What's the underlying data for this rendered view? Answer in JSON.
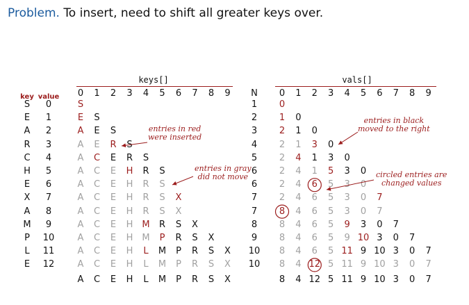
{
  "title": {
    "label": "Problem.",
    "text": "To insert, need to shift all greater keys over."
  },
  "headers": {
    "keys": "keys[]",
    "vals": "vals[]",
    "key": "key",
    "value": "value",
    "N": "N",
    "indices": [
      "0",
      "1",
      "2",
      "3",
      "4",
      "5",
      "6",
      "7",
      "8",
      "9"
    ]
  },
  "notes": {
    "red": [
      "entries in red",
      "were inserted"
    ],
    "gray": [
      "entries in gray",
      "did not move"
    ],
    "black": [
      "entries in black",
      "moved to the right"
    ],
    "circled": [
      "circled entries are",
      "changed values"
    ]
  },
  "colors": {
    "red": "#9b1c1c",
    "gray": "#a0a0a0",
    "black": "#111111",
    "accent": "#1b5b9e"
  },
  "rows": [
    {
      "key": "S",
      "value": "0",
      "N": "1",
      "keys": [
        [
          "S",
          "r"
        ]
      ],
      "vals": [
        [
          "0",
          "r"
        ]
      ]
    },
    {
      "key": "E",
      "value": "1",
      "N": "2",
      "keys": [
        [
          "E",
          "r"
        ],
        [
          "S",
          "k"
        ]
      ],
      "vals": [
        [
          "1",
          "r"
        ],
        [
          "0",
          "k"
        ]
      ]
    },
    {
      "key": "A",
      "value": "2",
      "N": "3",
      "keys": [
        [
          "A",
          "r"
        ],
        [
          "E",
          "k"
        ],
        [
          "S",
          "k"
        ]
      ],
      "vals": [
        [
          "2",
          "r"
        ],
        [
          "1",
          "k"
        ],
        [
          "0",
          "k"
        ]
      ]
    },
    {
      "key": "R",
      "value": "3",
      "N": "4",
      "keys": [
        [
          "A",
          "g"
        ],
        [
          "E",
          "g"
        ],
        [
          "R",
          "r"
        ],
        [
          "S",
          "k"
        ]
      ],
      "vals": [
        [
          "2",
          "g"
        ],
        [
          "1",
          "g"
        ],
        [
          "3",
          "r"
        ],
        [
          "0",
          "k"
        ]
      ]
    },
    {
      "key": "C",
      "value": "4",
      "N": "5",
      "keys": [
        [
          "A",
          "g"
        ],
        [
          "C",
          "r"
        ],
        [
          "E",
          "k"
        ],
        [
          "R",
          "k"
        ],
        [
          "S",
          "k"
        ]
      ],
      "vals": [
        [
          "2",
          "g"
        ],
        [
          "4",
          "r"
        ],
        [
          "1",
          "k"
        ],
        [
          "3",
          "k"
        ],
        [
          "0",
          "k"
        ]
      ]
    },
    {
      "key": "H",
      "value": "5",
      "N": "6",
      "keys": [
        [
          "A",
          "g"
        ],
        [
          "C",
          "g"
        ],
        [
          "E",
          "g"
        ],
        [
          "H",
          "r"
        ],
        [
          "R",
          "k"
        ],
        [
          "S",
          "k"
        ]
      ],
      "vals": [
        [
          "2",
          "g"
        ],
        [
          "4",
          "g"
        ],
        [
          "1",
          "g"
        ],
        [
          "5",
          "r"
        ],
        [
          "3",
          "k"
        ],
        [
          "0",
          "k"
        ]
      ]
    },
    {
      "key": "E",
      "value": "6",
      "N": "6",
      "keys": [
        [
          "A",
          "g"
        ],
        [
          "C",
          "g"
        ],
        [
          "E",
          "g"
        ],
        [
          "H",
          "g"
        ],
        [
          "R",
          "g"
        ],
        [
          "S",
          "g"
        ]
      ],
      "vals": [
        [
          "2",
          "g"
        ],
        [
          "4",
          "g"
        ],
        [
          "6",
          "rc"
        ],
        [
          "5",
          "g"
        ],
        [
          "3",
          "g"
        ],
        [
          "0",
          "g"
        ]
      ]
    },
    {
      "key": "X",
      "value": "7",
      "N": "7",
      "keys": [
        [
          "A",
          "g"
        ],
        [
          "C",
          "g"
        ],
        [
          "E",
          "g"
        ],
        [
          "H",
          "g"
        ],
        [
          "R",
          "g"
        ],
        [
          "S",
          "g"
        ],
        [
          "X",
          "r"
        ]
      ],
      "vals": [
        [
          "2",
          "g"
        ],
        [
          "4",
          "g"
        ],
        [
          "6",
          "g"
        ],
        [
          "5",
          "g"
        ],
        [
          "3",
          "g"
        ],
        [
          "0",
          "g"
        ],
        [
          "7",
          "r"
        ]
      ]
    },
    {
      "key": "A",
      "value": "8",
      "N": "7",
      "keys": [
        [
          "A",
          "g"
        ],
        [
          "C",
          "g"
        ],
        [
          "E",
          "g"
        ],
        [
          "H",
          "g"
        ],
        [
          "R",
          "g"
        ],
        [
          "S",
          "g"
        ],
        [
          "X",
          "g"
        ]
      ],
      "vals": [
        [
          "8",
          "rc"
        ],
        [
          "4",
          "g"
        ],
        [
          "6",
          "g"
        ],
        [
          "5",
          "g"
        ],
        [
          "3",
          "g"
        ],
        [
          "0",
          "g"
        ],
        [
          "7",
          "g"
        ]
      ]
    },
    {
      "key": "M",
      "value": "9",
      "N": "8",
      "keys": [
        [
          "A",
          "g"
        ],
        [
          "C",
          "g"
        ],
        [
          "E",
          "g"
        ],
        [
          "H",
          "g"
        ],
        [
          "M",
          "r"
        ],
        [
          "R",
          "k"
        ],
        [
          "S",
          "k"
        ],
        [
          "X",
          "k"
        ]
      ],
      "vals": [
        [
          "8",
          "g"
        ],
        [
          "4",
          "g"
        ],
        [
          "6",
          "g"
        ],
        [
          "5",
          "g"
        ],
        [
          "9",
          "r"
        ],
        [
          "3",
          "k"
        ],
        [
          "0",
          "k"
        ],
        [
          "7",
          "k"
        ]
      ]
    },
    {
      "key": "P",
      "value": "10",
      "N": "9",
      "keys": [
        [
          "A",
          "g"
        ],
        [
          "C",
          "g"
        ],
        [
          "E",
          "g"
        ],
        [
          "H",
          "g"
        ],
        [
          "M",
          "g"
        ],
        [
          "P",
          "r"
        ],
        [
          "R",
          "k"
        ],
        [
          "S",
          "k"
        ],
        [
          "X",
          "k"
        ]
      ],
      "vals": [
        [
          "8",
          "g"
        ],
        [
          "4",
          "g"
        ],
        [
          "6",
          "g"
        ],
        [
          "5",
          "g"
        ],
        [
          "9",
          "g"
        ],
        [
          "10",
          "r"
        ],
        [
          "3",
          "k"
        ],
        [
          "0",
          "k"
        ],
        [
          "7",
          "k"
        ]
      ]
    },
    {
      "key": "L",
      "value": "11",
      "N": "10",
      "keys": [
        [
          "A",
          "g"
        ],
        [
          "C",
          "g"
        ],
        [
          "E",
          "g"
        ],
        [
          "H",
          "g"
        ],
        [
          "L",
          "r"
        ],
        [
          "M",
          "k"
        ],
        [
          "P",
          "k"
        ],
        [
          "R",
          "k"
        ],
        [
          "S",
          "k"
        ],
        [
          "X",
          "k"
        ]
      ],
      "vals": [
        [
          "8",
          "g"
        ],
        [
          "4",
          "g"
        ],
        [
          "6",
          "g"
        ],
        [
          "5",
          "g"
        ],
        [
          "11",
          "r"
        ],
        [
          "9",
          "k"
        ],
        [
          "10",
          "k"
        ],
        [
          "3",
          "k"
        ],
        [
          "0",
          "k"
        ],
        [
          "7",
          "k"
        ]
      ]
    },
    {
      "key": "E",
      "value": "12",
      "N": "10",
      "keys": [
        [
          "A",
          "g"
        ],
        [
          "C",
          "g"
        ],
        [
          "E",
          "g"
        ],
        [
          "H",
          "g"
        ],
        [
          "L",
          "g"
        ],
        [
          "M",
          "g"
        ],
        [
          "P",
          "g"
        ],
        [
          "R",
          "g"
        ],
        [
          "S",
          "g"
        ],
        [
          "X",
          "g"
        ]
      ],
      "vals": [
        [
          "8",
          "g"
        ],
        [
          "4",
          "g"
        ],
        [
          "12",
          "rc"
        ],
        [
          "5",
          "g"
        ],
        [
          "11",
          "g"
        ],
        [
          "9",
          "g"
        ],
        [
          "10",
          "g"
        ],
        [
          "3",
          "g"
        ],
        [
          "0",
          "g"
        ],
        [
          "7",
          "g"
        ]
      ]
    }
  ],
  "final": {
    "keys": [
      "A",
      "C",
      "E",
      "H",
      "L",
      "M",
      "P",
      "R",
      "S",
      "X"
    ],
    "vals": [
      "8",
      "4",
      "12",
      "5",
      "11",
      "9",
      "10",
      "3",
      "0",
      "7"
    ]
  }
}
